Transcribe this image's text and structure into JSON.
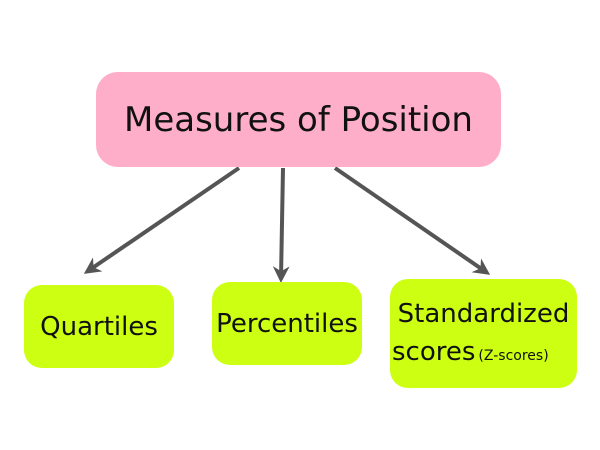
{
  "colors": {
    "root_fill": "#ffaec9",
    "leaf_fill": "#ccff11",
    "arrow": "#555555",
    "text": "#111111"
  },
  "diagram": {
    "root": {
      "label": "Measures of Position"
    },
    "children": [
      {
        "label": "Quartiles"
      },
      {
        "label": "Percentiles"
      },
      {
        "label_main": "Standardized",
        "label_sub_main": "scores",
        "label_note": "(Z-scores)"
      }
    ]
  }
}
